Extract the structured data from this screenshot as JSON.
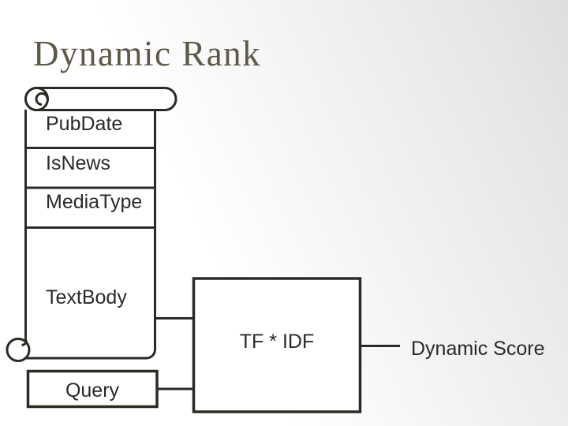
{
  "slide": {
    "title": "Dynamic Rank"
  },
  "scroll": {
    "rows": [
      "PubDate",
      "IsNews",
      "MediaType"
    ],
    "body_label": "TextBody"
  },
  "query": {
    "label": "Query"
  },
  "tfidf": {
    "label": "TF * IDF"
  },
  "output": {
    "label": "Dynamic Score"
  },
  "colors": {
    "background": "#ffffff",
    "background_shade": "#e2e2e2",
    "stroke": "#2d2a25",
    "title_text": "#5e5849",
    "label_text": "#2a2a28",
    "shape_fill": "#ffffff"
  }
}
